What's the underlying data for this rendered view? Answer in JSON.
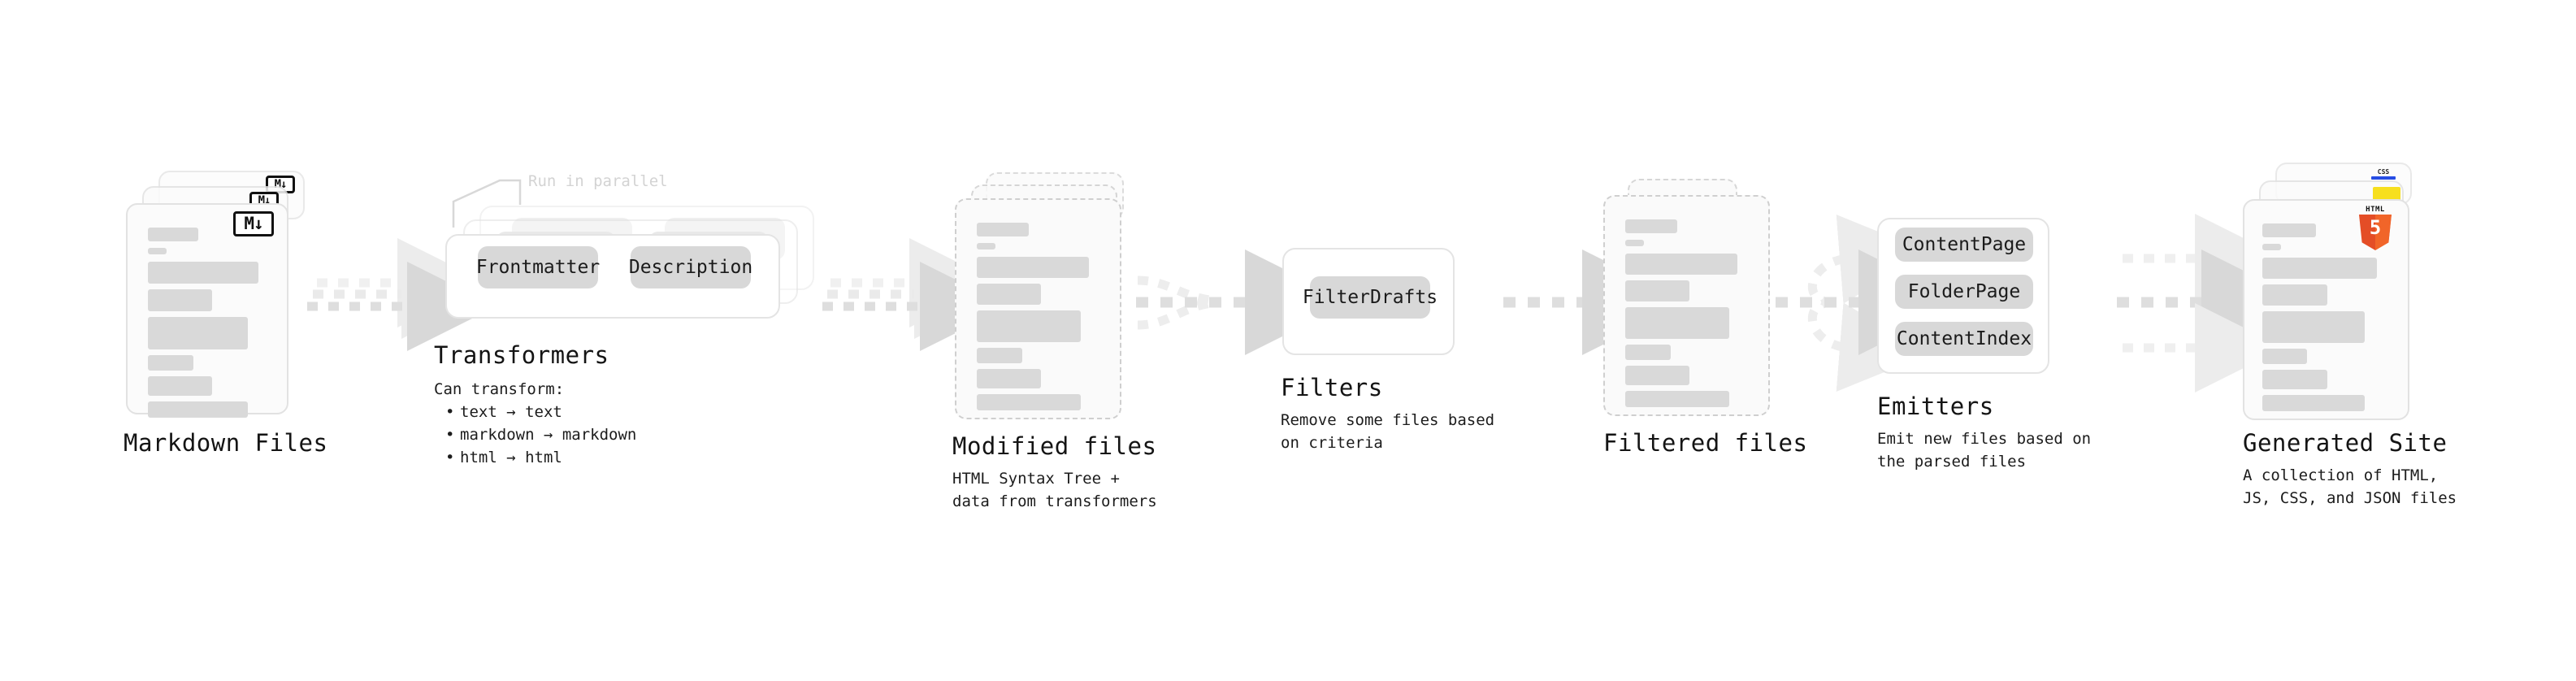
{
  "diagram": {
    "title_hidden": "",
    "colors": {
      "skeleton": "#d9d9d9",
      "card_border": "#e2e2e2",
      "dashed_border": "#cfcfcf",
      "chip": "#d8d8d8",
      "arrow": "#d8d8d8",
      "html5": "#e44d26",
      "js": "#f7df1e",
      "css": "#264de4"
    },
    "stages": [
      {
        "id": "markdown-files",
        "title": "Markdown Files",
        "subtitle": "",
        "icon": "markdown-badge",
        "icon_text": "M↓"
      },
      {
        "id": "transformers",
        "title": "Transformers",
        "subtitle": "Can transform:",
        "hint": "Run in parallel",
        "chips": [
          "Frontmatter",
          "Description"
        ],
        "bullets": [
          "text → text",
          "markdown → markdown",
          "html → html"
        ]
      },
      {
        "id": "modified-files",
        "title": "Modified files",
        "subtitle": "HTML Syntax Tree +\ndata from transformers"
      },
      {
        "id": "filters",
        "title": "Filters",
        "subtitle": "Remove some files based\non criteria",
        "chips": [
          "FilterDrafts"
        ]
      },
      {
        "id": "filtered-files",
        "title": "Filtered files",
        "subtitle": ""
      },
      {
        "id": "emitters",
        "title": "Emitters",
        "subtitle": "Emit new files based on\nthe parsed files",
        "chips": [
          "ContentPage",
          "FolderPage",
          "ContentIndex"
        ]
      },
      {
        "id": "generated-site",
        "title": "Generated Site",
        "subtitle": "A collection of HTML,\nJS, CSS, and JSON files",
        "badges": [
          "HTML5",
          "JS",
          "CSS"
        ],
        "html5_cap": "HTML",
        "html5_num": "5",
        "css_text": "CSS"
      }
    ]
  }
}
